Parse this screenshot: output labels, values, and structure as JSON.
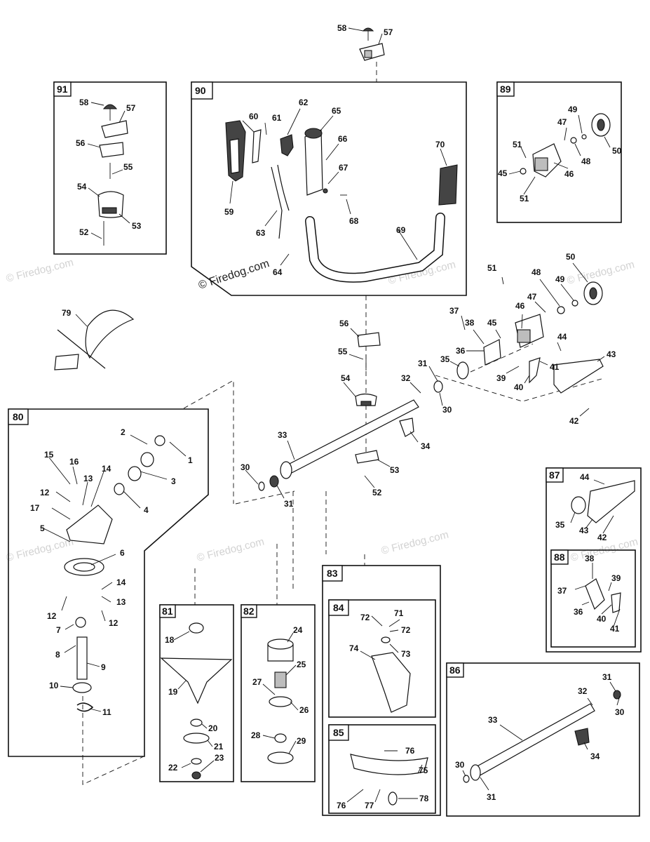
{
  "watermark": {
    "text": "© Firedog.com",
    "main_text": "© Firedog.com"
  },
  "groups": {
    "g80": "80",
    "g81": "81",
    "g82": "82",
    "g83": "83",
    "g84": "84",
    "g85": "85",
    "g86": "86",
    "g87": "87",
    "g88": "88",
    "g89": "89",
    "g90": "90",
    "g91": "91"
  },
  "callouts": {
    "c1": "1",
    "c2": "2",
    "c3": "3",
    "c4": "4",
    "c5": "5",
    "c6": "6",
    "c7": "7",
    "c8": "8",
    "c9": "9",
    "c10": "10",
    "c11": "11",
    "c12": "12",
    "c13": "13",
    "c14": "14",
    "c15": "15",
    "c16": "16",
    "c17": "17",
    "c18": "18",
    "c19": "19",
    "c20": "20",
    "c21": "21",
    "c22": "22",
    "c23": "23",
    "c24": "24",
    "c25": "25",
    "c26": "26",
    "c27": "27",
    "c28": "28",
    "c29": "29",
    "c30": "30",
    "c31": "31",
    "c32": "32",
    "c33": "33",
    "c34": "34",
    "c35": "35",
    "c36": "36",
    "c37": "37",
    "c38": "38",
    "c39": "39",
    "c40": "40",
    "c41": "41",
    "c42": "42",
    "c43": "43",
    "c44": "44",
    "c45": "45",
    "c46": "46",
    "c47": "47",
    "c48": "48",
    "c49": "49",
    "c50": "50",
    "c51": "51",
    "c52": "52",
    "c53": "53",
    "c54": "54",
    "c55": "55",
    "c56": "56",
    "c57": "57",
    "c58": "58",
    "c59": "59",
    "c60": "60",
    "c61": "61",
    "c62": "62",
    "c63": "63",
    "c64": "64",
    "c65": "65",
    "c66": "66",
    "c67": "67",
    "c68": "68",
    "c69": "69",
    "c70": "70",
    "c71": "71",
    "c72": "72",
    "c73": "73",
    "c74": "74",
    "c75": "75",
    "c76": "76",
    "c77": "77",
    "c78": "78",
    "c79": "79"
  }
}
